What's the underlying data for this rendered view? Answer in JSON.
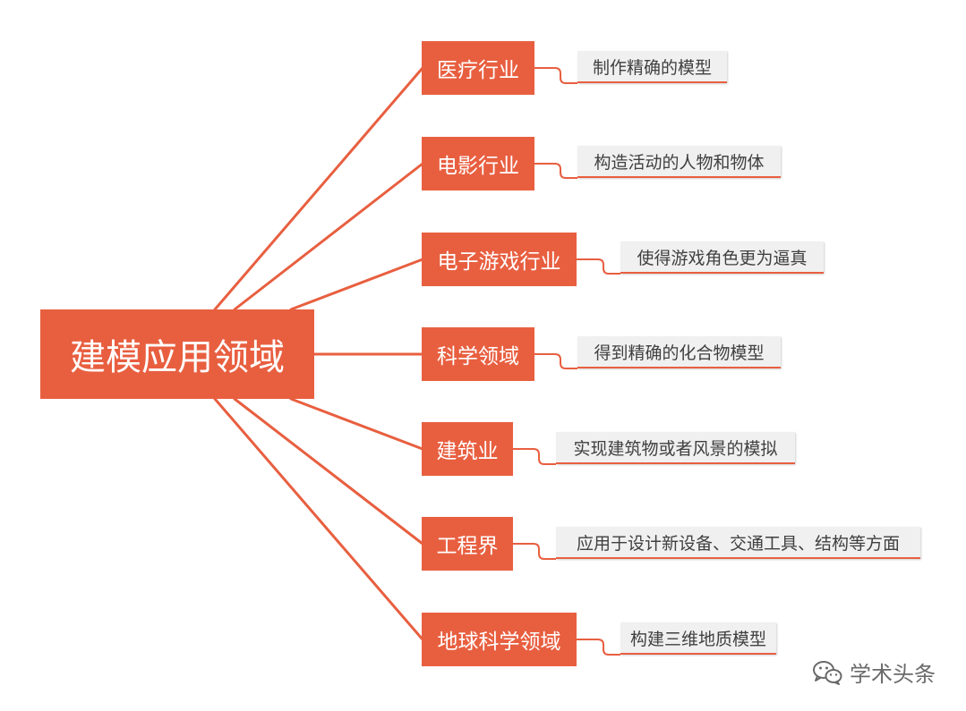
{
  "diagram": {
    "root": {
      "label": "建模应用领域"
    },
    "branches": [
      {
        "label": "医疗行业",
        "detail": "制作精确的模型"
      },
      {
        "label": "电影行业",
        "detail": "构造活动的人物和物体"
      },
      {
        "label": "电子游戏行业",
        "detail": "使得游戏角色更为逼真"
      },
      {
        "label": "科学领域",
        "detail": "得到精确的化合物模型"
      },
      {
        "label": "建筑业",
        "detail": "实现建筑物或者风景的模拟"
      },
      {
        "label": "工程界",
        "detail": "应用于设计新设备、交通工具、结构等方面"
      },
      {
        "label": "地球科学领域",
        "detail": "构建三维地质模型"
      }
    ]
  },
  "watermark": {
    "text": "学术头条",
    "icon": "wechat-icon"
  },
  "colors": {
    "accent": "#e85f40",
    "leaf_background": "#f0f0f0",
    "leaf_text": "#404040",
    "watermark": "#6a6a6a"
  }
}
